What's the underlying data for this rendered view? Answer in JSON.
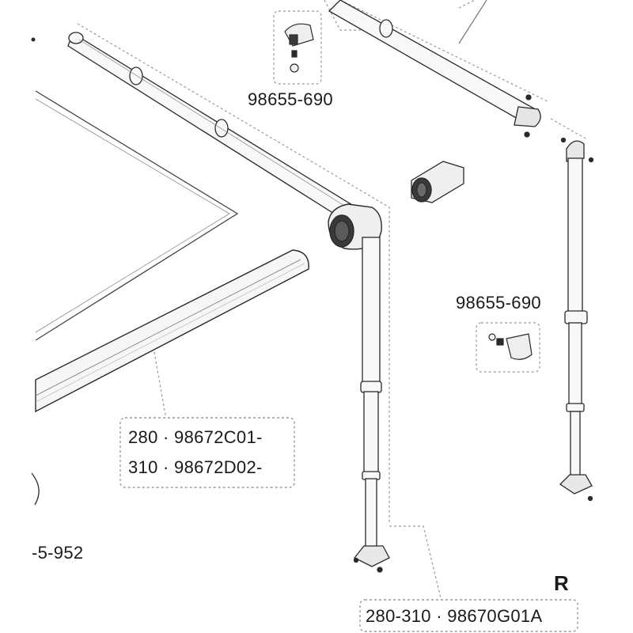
{
  "labels": {
    "top_part": "98655-690",
    "mid_part": "98655-690",
    "left_edge_part": "-5-952",
    "rafter_line1": "280 · 98672C01-",
    "rafter_line2": "310 · 98672D02-",
    "leg_part": "280-310 · 98670G01A"
  },
  "side_letter": "R",
  "colors": {
    "line": "#2a2a2a",
    "dashed": "#9a9a9a",
    "fill_light": "#f4f4f4",
    "fill_dark": "#3a3a3a"
  }
}
